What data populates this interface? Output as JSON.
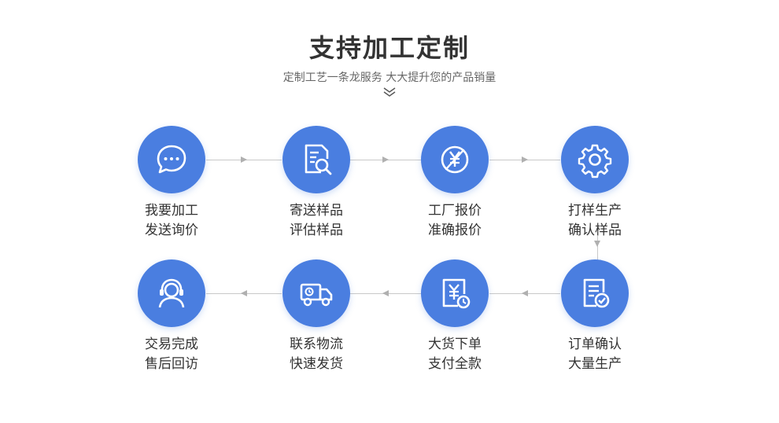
{
  "header": {
    "title": "支持加工定制",
    "subtitle": "定制工艺一条龙服务  大大提升您的产品销量"
  },
  "steps": [
    {
      "icon": "chat-bubble-icon",
      "line1": "我要加工",
      "line2": "发送询价"
    },
    {
      "icon": "document-search-icon",
      "line1": "寄送样品",
      "line2": "评估样品"
    },
    {
      "icon": "yen-price-icon",
      "line1": "工厂报价",
      "line2": "准确报价"
    },
    {
      "icon": "gear-icon",
      "line1": "打样生产",
      "line2": "确认样品"
    },
    {
      "icon": "document-check-icon",
      "line1": "订单确认",
      "line2": "大量生产"
    },
    {
      "icon": "yen-payment-icon",
      "line1": "大货下单",
      "line2": "支付全款"
    },
    {
      "icon": "delivery-truck-icon",
      "line1": "联系物流",
      "line2": "快速发货"
    },
    {
      "icon": "customer-service-icon",
      "line1": "交易完成",
      "line2": "售后回访"
    }
  ],
  "colors": {
    "accent": "#4a7ee0",
    "connector": "#c9c9c9",
    "arrow": "#b0b0b0"
  }
}
